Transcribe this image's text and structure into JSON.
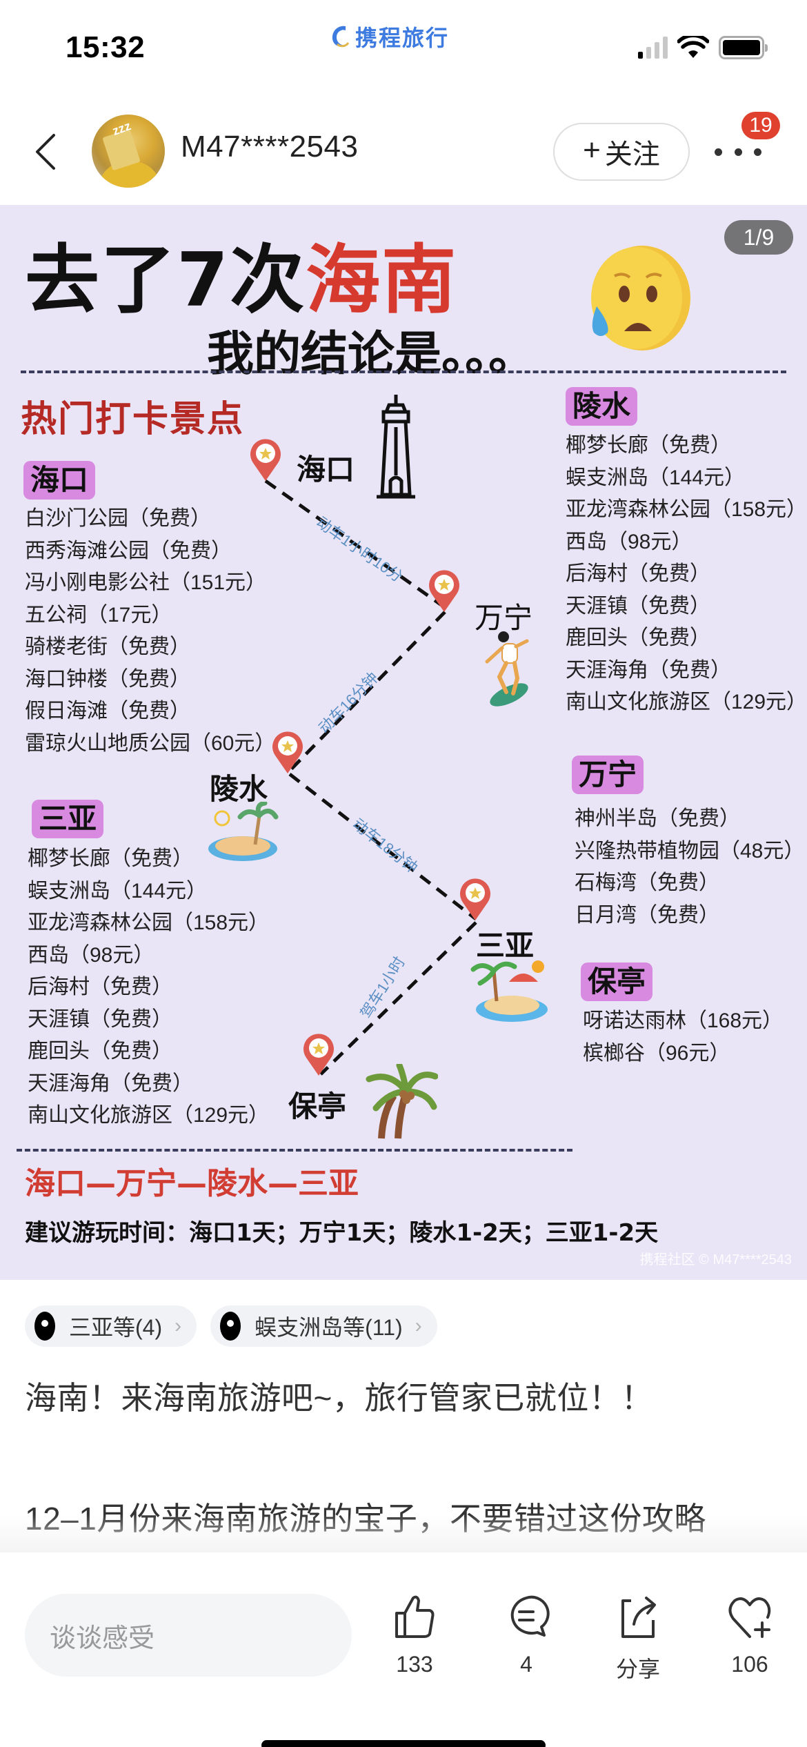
{
  "status_bar": {
    "time": "15:32",
    "brand": "携程旅行"
  },
  "header": {
    "username": "M47****2543",
    "follow_plus": "+",
    "follow_label": "关注",
    "notification_count": "19"
  },
  "post_image": {
    "counter": "1/9",
    "title_prefix": "去了7次",
    "title_highlight": "海南",
    "subtitle": "我的结论是。。。",
    "section_title": "热门打卡景点",
    "regions": [
      {
        "name": "海口",
        "spots": [
          "白沙门公园（免费）",
          "西秀海滩公园（免费）",
          "冯小刚电影公社（151元）",
          "五公祠（17元）",
          "骑楼老街（免费）",
          "海口钟楼（免费）",
          "假日海滩（免费）",
          "雷琼火山地质公园（60元）"
        ]
      },
      {
        "name": "三亚",
        "spots": [
          "椰梦长廊（免费）",
          "蜈支洲岛（144元）",
          "亚龙湾森林公园（158元）",
          "西岛（98元）",
          "后海村（免费）",
          "天涯镇（免费）",
          "鹿回头（免费）",
          "天涯海角（免费）",
          "南山文化旅游区（129元）"
        ]
      },
      {
        "name": "陵水",
        "spots": [
          "椰梦长廊（免费）",
          "蜈支洲岛（144元）",
          "亚龙湾森林公园（158元）",
          "西岛（98元）",
          "后海村（免费）",
          "天涯镇（免费）",
          "鹿回头（免费）",
          "天涯海角（免费）",
          "南山文化旅游区（129元）"
        ]
      },
      {
        "name": "万宁",
        "spots": [
          "神州半岛（免费）",
          "兴隆热带植物园（48元）",
          "石梅湾（免费）",
          "日月湾（免费）"
        ]
      },
      {
        "name": "保亭",
        "spots": [
          "呀诺达雨林（168元）",
          "槟榔谷（96元）"
        ]
      }
    ],
    "map": {
      "cities": [
        "海口",
        "万宁",
        "陵水",
        "三亚",
        "保亭"
      ],
      "legs": [
        "动车1小时10分",
        "动车16分钟",
        "动车18分钟",
        "驾车1小时"
      ]
    },
    "route_summary": "海口—万宁—陵水—三亚",
    "suggestion": "建议游玩时间：海口1天；万宁1天；陵水1-2天；三亚1-2天",
    "watermark": "携程社区 © M47****2543",
    "colors": {
      "title_red": "#d63a2f",
      "tag_purple": "#d88ae0",
      "background": "#e9e5f6",
      "pin_red": "#de5a50",
      "route_label_blue": "#5b8fc4"
    }
  },
  "location_chips": [
    {
      "label": "三亚等(4)"
    },
    {
      "label": "蜈支洲岛等(11)"
    }
  ],
  "post_text": {
    "line1": "海南！来海南旅游吧~，旅行管家已就位！！",
    "line2": "12–1月份来海南旅游的宝子，不要错过这份攻略"
  },
  "bottom_bar": {
    "comment_placeholder": "谈谈感受",
    "likes": "133",
    "comments": "4",
    "share": "分享",
    "favorites": "106"
  }
}
